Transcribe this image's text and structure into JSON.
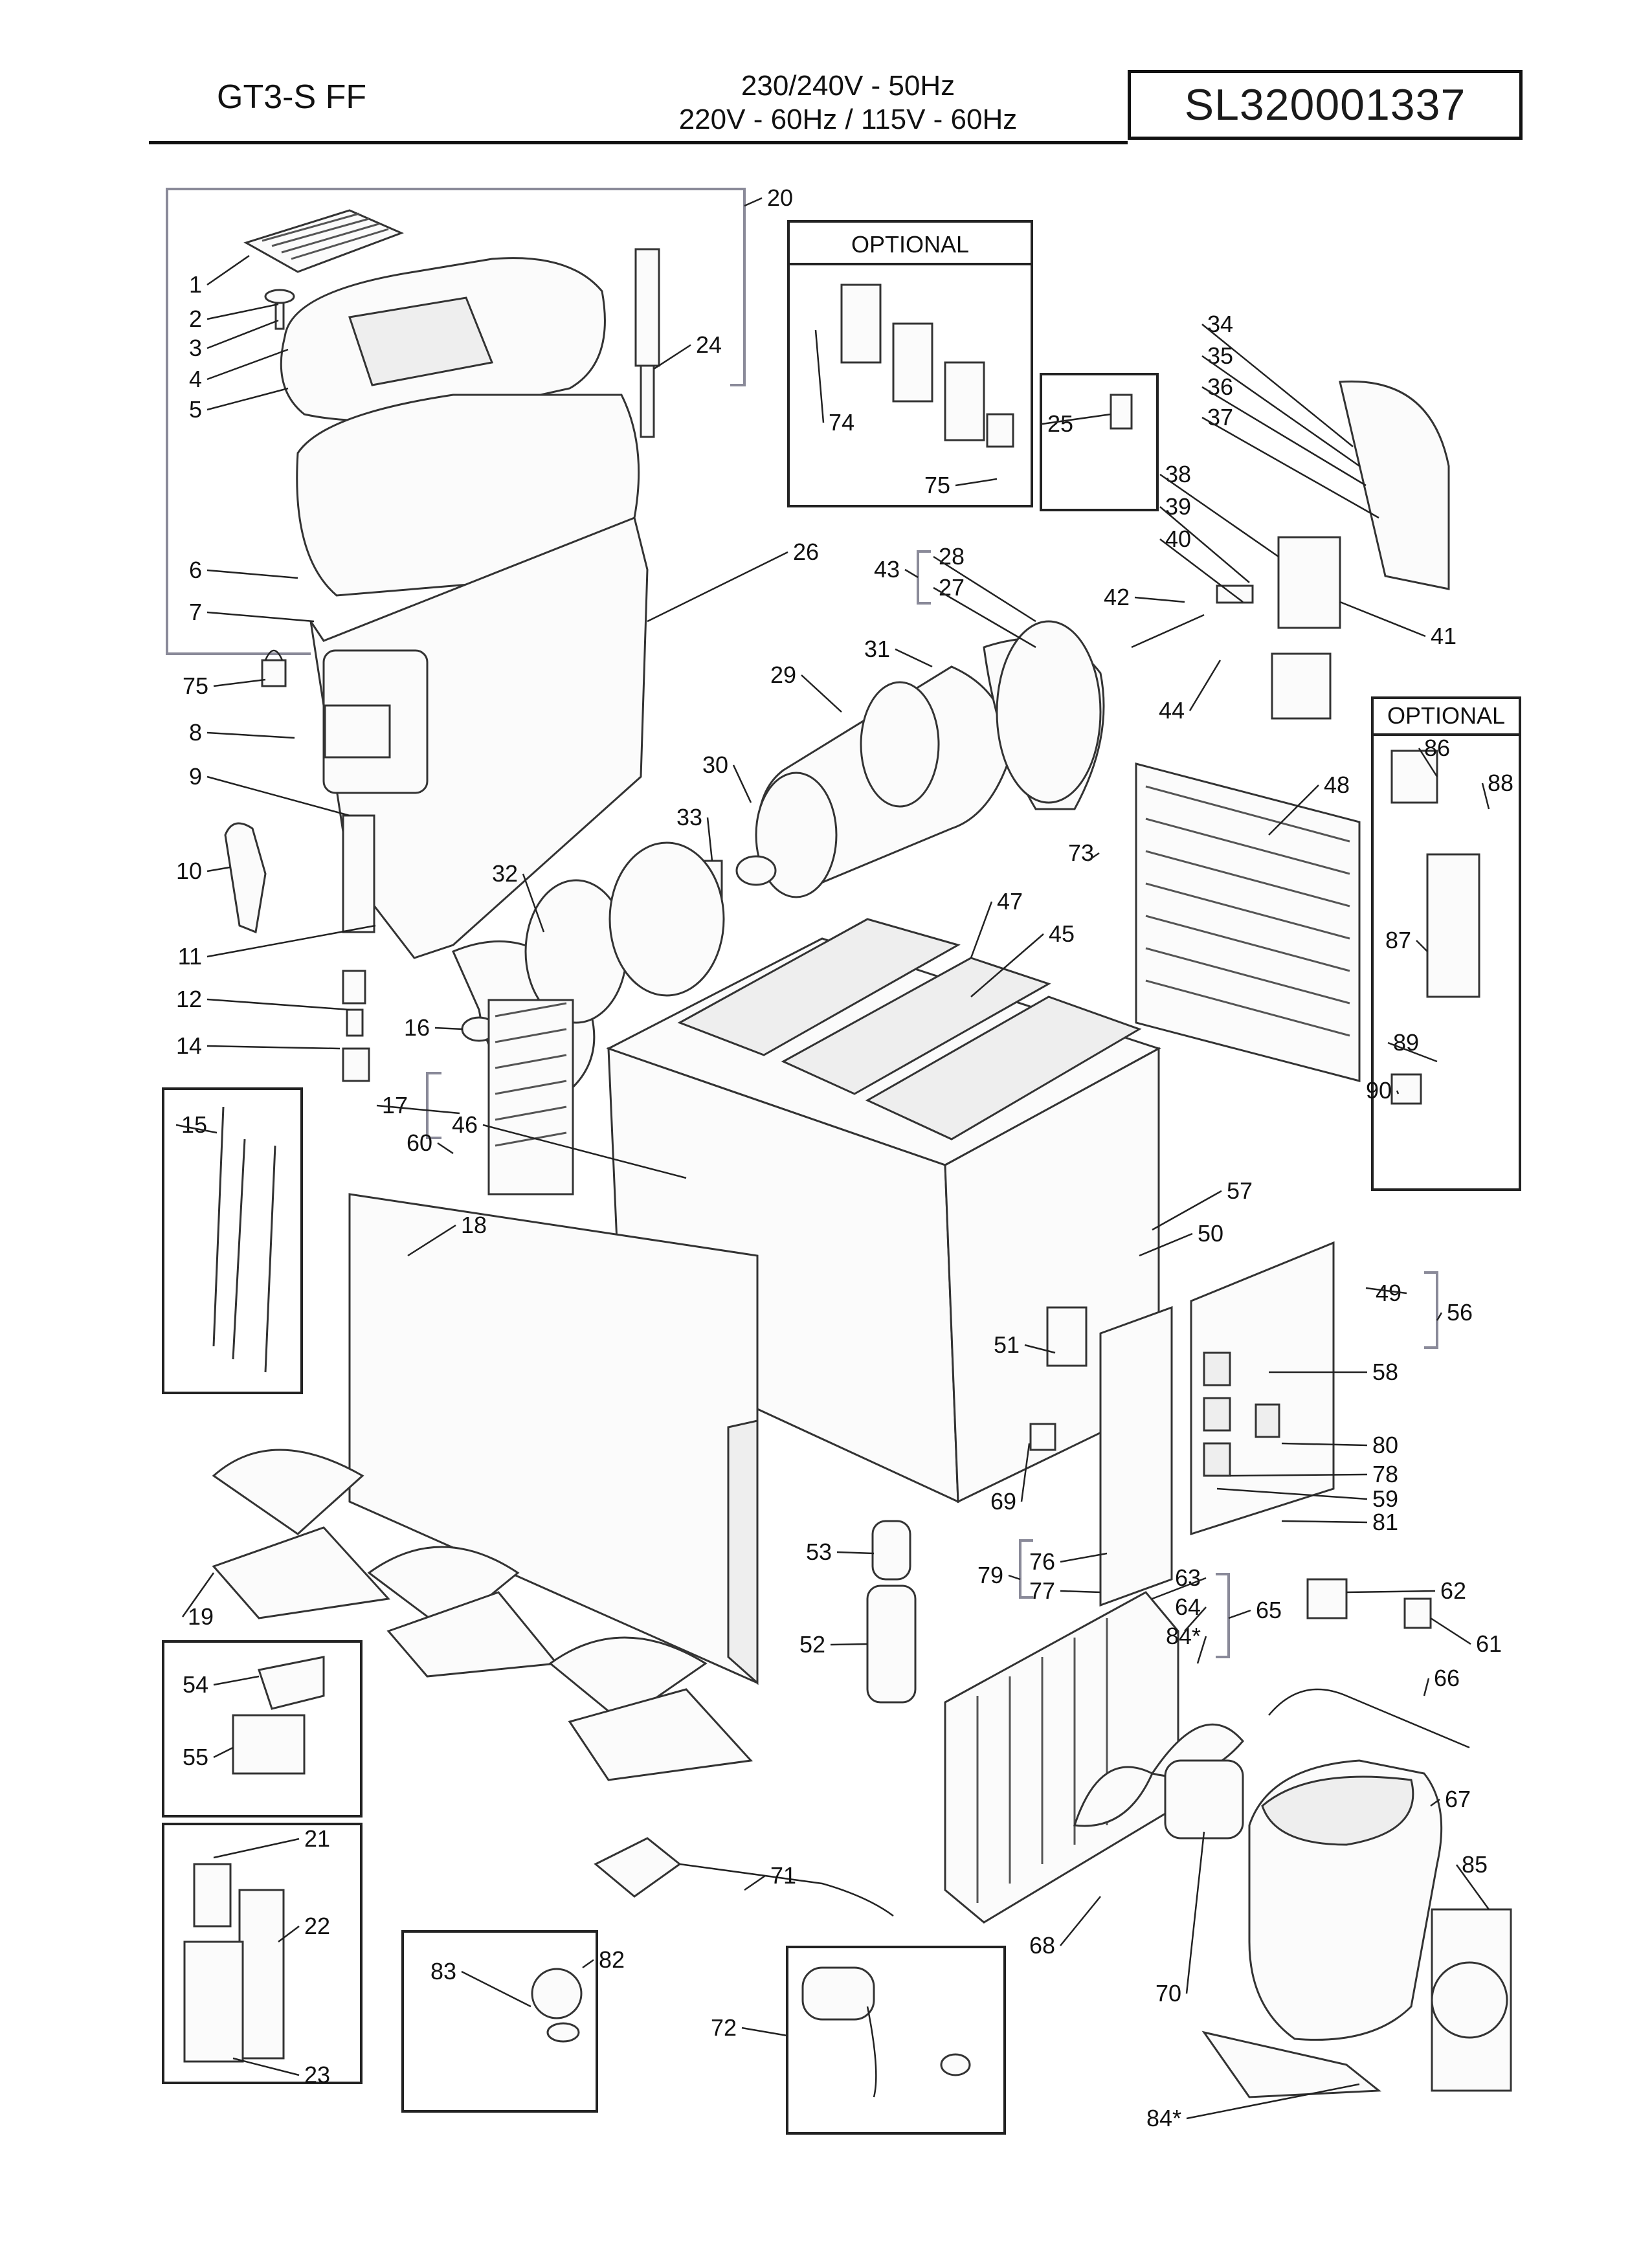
{
  "header": {
    "model": "GT3-S FF",
    "voltage_line1": "230/240V - 50Hz",
    "voltage_line2": "220V - 60Hz / 115V - 60Hz",
    "serial": "SL320001337"
  },
  "optional_boxes": {
    "top": "OPTIONAL",
    "right": "OPTIONAL"
  },
  "callouts": [
    "1",
    "2",
    "3",
    "4",
    "5",
    "6",
    "7",
    "75",
    "8",
    "9",
    "10",
    "11",
    "12",
    "14",
    "16",
    "15",
    "60",
    "17",
    "18",
    "19",
    "20",
    "24",
    "26",
    "29",
    "30",
    "31",
    "32",
    "33",
    "43",
    "28",
    "27",
    "42",
    "25",
    "74",
    "75",
    "34",
    "35",
    "36",
    "37",
    "38",
    "39",
    "40",
    "41",
    "44",
    "47",
    "45",
    "46",
    "48",
    "86",
    "88",
    "87",
    "89",
    "90",
    "57",
    "50",
    "49",
    "56",
    "51",
    "58",
    "80",
    "78",
    "59",
    "81",
    "69",
    "53",
    "52",
    "76",
    "79",
    "77",
    "63",
    "64",
    "84*",
    "65",
    "62",
    "61",
    "66",
    "67",
    "85",
    "70",
    "68",
    "72",
    "84*",
    "71",
    "54",
    "55",
    "21",
    "22",
    "23",
    "83",
    "82",
    "73"
  ],
  "colors": {
    "line": "#222222",
    "fill": "#fbfbfb",
    "bracket": "#8a8a99"
  }
}
